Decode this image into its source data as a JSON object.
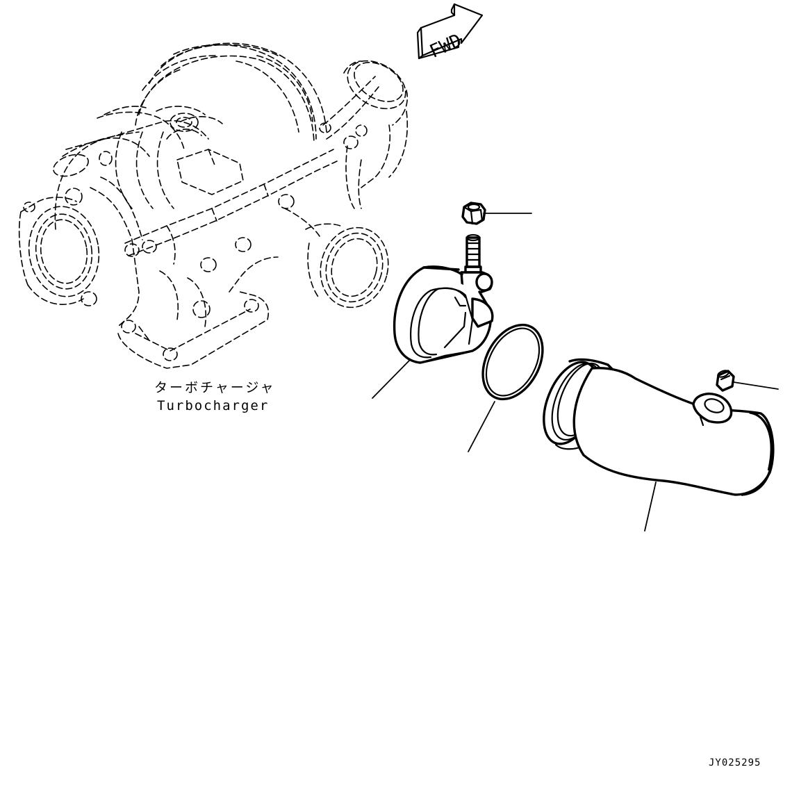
{
  "turbocharger_label": {
    "japanese": "ターボチャージャ",
    "english": "Turbocharger"
  },
  "forward_arrow": {
    "text": "FWD"
  },
  "drawing_number": "JY025295",
  "colors": {
    "line": "#000000",
    "background": "#ffffff"
  }
}
